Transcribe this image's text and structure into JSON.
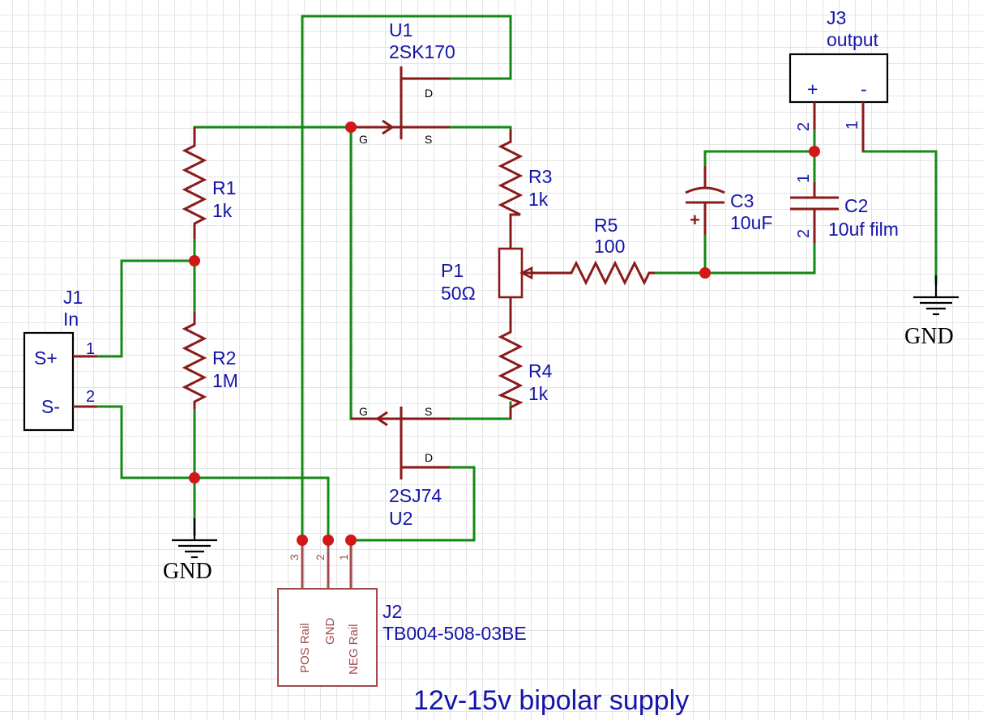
{
  "title": "12v-15v bipolar supply",
  "components": {
    "u1": {
      "ref": "U1",
      "value": "2SK170",
      "pin_d": "D",
      "pin_g": "G",
      "pin_s": "S"
    },
    "u2": {
      "ref": "U2",
      "value": "2SJ74",
      "pin_d": "D",
      "pin_g": "G",
      "pin_s": "S"
    },
    "r1": {
      "ref": "R1",
      "value": "1k"
    },
    "r2": {
      "ref": "R2",
      "value": "1M"
    },
    "r3": {
      "ref": "R3",
      "value": "1k"
    },
    "r4": {
      "ref": "R4",
      "value": "1k"
    },
    "r5": {
      "ref": "R5",
      "value": "100"
    },
    "p1": {
      "ref": "P1",
      "value": "50Ω"
    },
    "c2": {
      "ref": "C2",
      "value": "10uf film",
      "pin1": "1",
      "pin2": "2"
    },
    "c3": {
      "ref": "C3",
      "value": "10uF",
      "polarity": "+"
    },
    "j1": {
      "ref": "J1",
      "value": "In",
      "pin1_label": "S+",
      "pin2_label": "S-",
      "pin1": "1",
      "pin2": "2"
    },
    "j2": {
      "ref": "J2",
      "value": "TB004-508-03BE",
      "pins": [
        "3",
        "2",
        "1"
      ],
      "pin_labels": [
        "POS Rail",
        "GND",
        "NEG Rail"
      ]
    },
    "j3": {
      "ref": "J3",
      "value": "output",
      "plus_label": "+",
      "minus_label": "-",
      "pin_plus": "2",
      "pin_minus": "1"
    }
  },
  "ground_label": "GND",
  "colors": {
    "wire": "#138a13",
    "component": "#8b1a1a",
    "junction": "#d11717",
    "text": "#1414aa"
  }
}
